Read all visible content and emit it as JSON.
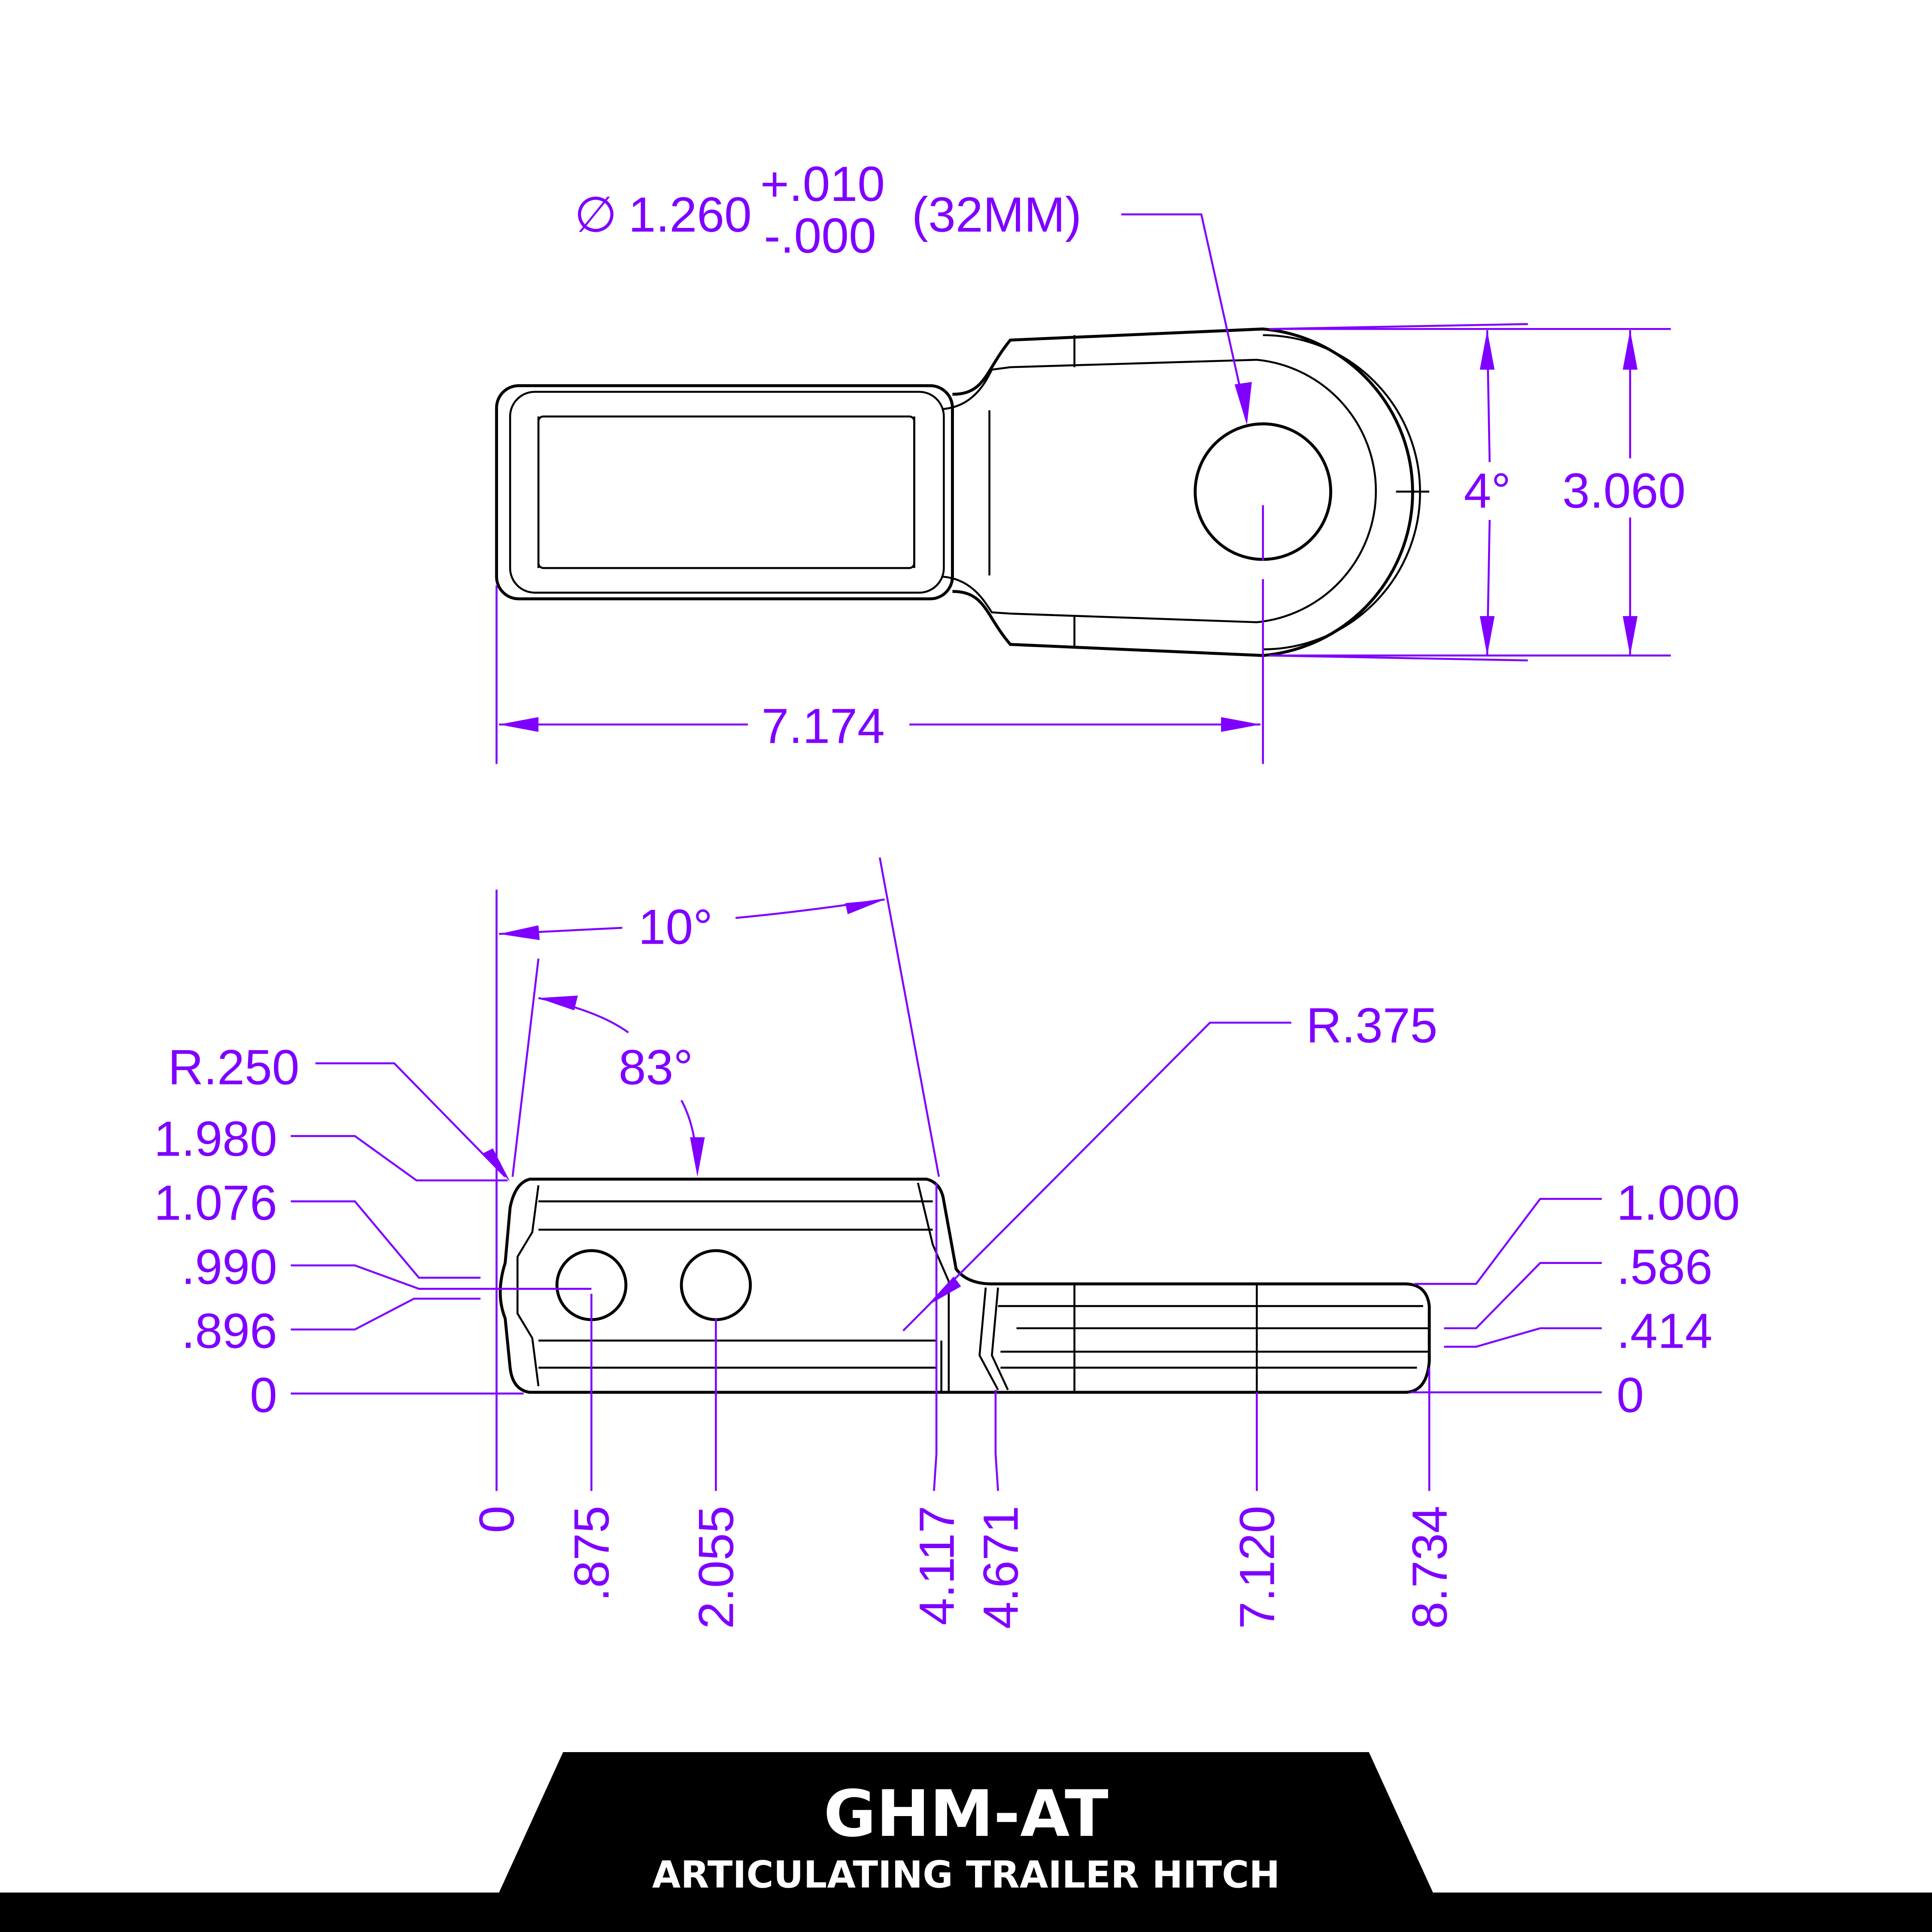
{
  "top_view": {
    "diameter_symbol": "∅",
    "diameter": "1.260",
    "tol_plus": "+.010",
    "tol_minus": "-.000",
    "metric": "(32MM)",
    "taper_angle": "4°",
    "height": "3.060",
    "length": "7.174"
  },
  "side_view": {
    "angle_offset": "10°",
    "angle_bend": "83°",
    "radius_small": "R.250",
    "radius_large": "R.375",
    "left_heights": [
      "1.980",
      "1.076",
      ".990",
      ".896",
      "0"
    ],
    "right_heights": [
      "1.000",
      ".586",
      ".414",
      "0"
    ],
    "x_positions": [
      "0",
      ".875",
      "2.055",
      "4.117",
      "4.671",
      "7.120",
      "8.734"
    ]
  },
  "footer": {
    "model": "GHM-AT",
    "subtitle": "ARTICULATING TRAILER HITCH"
  },
  "colors": {
    "dimension": "#7f00ff",
    "part": "#000000",
    "banner": "#000000"
  }
}
